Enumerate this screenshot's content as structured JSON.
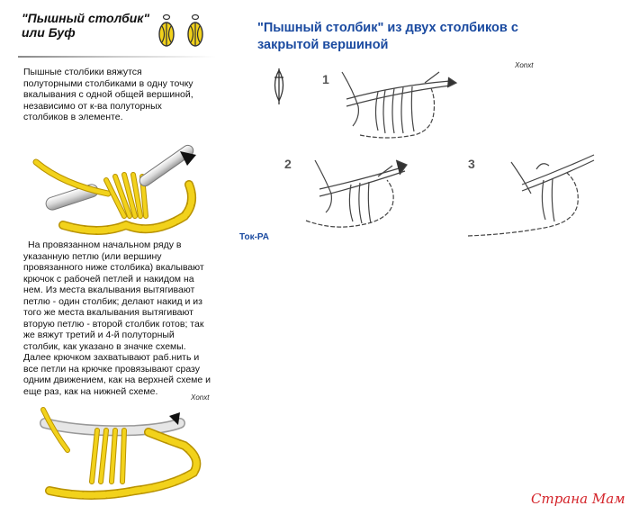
{
  "left": {
    "title": "\"Пышный столбик\"  или Буф",
    "paragraph1": "Пышные столбики вяжутся полуторными столбиками в одну точку вкалывания с одной общей вершиной, независимо от к-ва полуторных столбиков в элементе.",
    "paragraph2": "На провязанном начальном ряду в указанную петлю (или вершину провязанного ниже столбика) вкалывают крючок с рабочей петлей и накидом на нем. Из места вкалывания вытягивают петлю - один столбик; делают накид и из того же места вкалывания вытягивают вторую петлю - второй столбик готов; так же вяжут третий и 4-й полуторный столбик, как указано в значке схемы. Далее крючком захватывают раб.нить и все петли на крючке провязывают сразу одним движением, как на верхней схеме и еще раз, как на нижней схеме.",
    "signature": "Xonxt"
  },
  "right": {
    "title": "\"Пышный столбик\" из двух столбиков  с закрытой вершиной",
    "signature": "Xonxt",
    "steps": [
      "1",
      "2",
      "3"
    ],
    "author": "Ток-РА"
  },
  "watermark": "Страна Мам",
  "colors": {
    "yarn": "#f2d21b",
    "yarn_outline": "#b89200",
    "hook": "#e6e6e6",
    "title_blue": "#1a4aa0",
    "watermark_red": "#d4242a"
  }
}
